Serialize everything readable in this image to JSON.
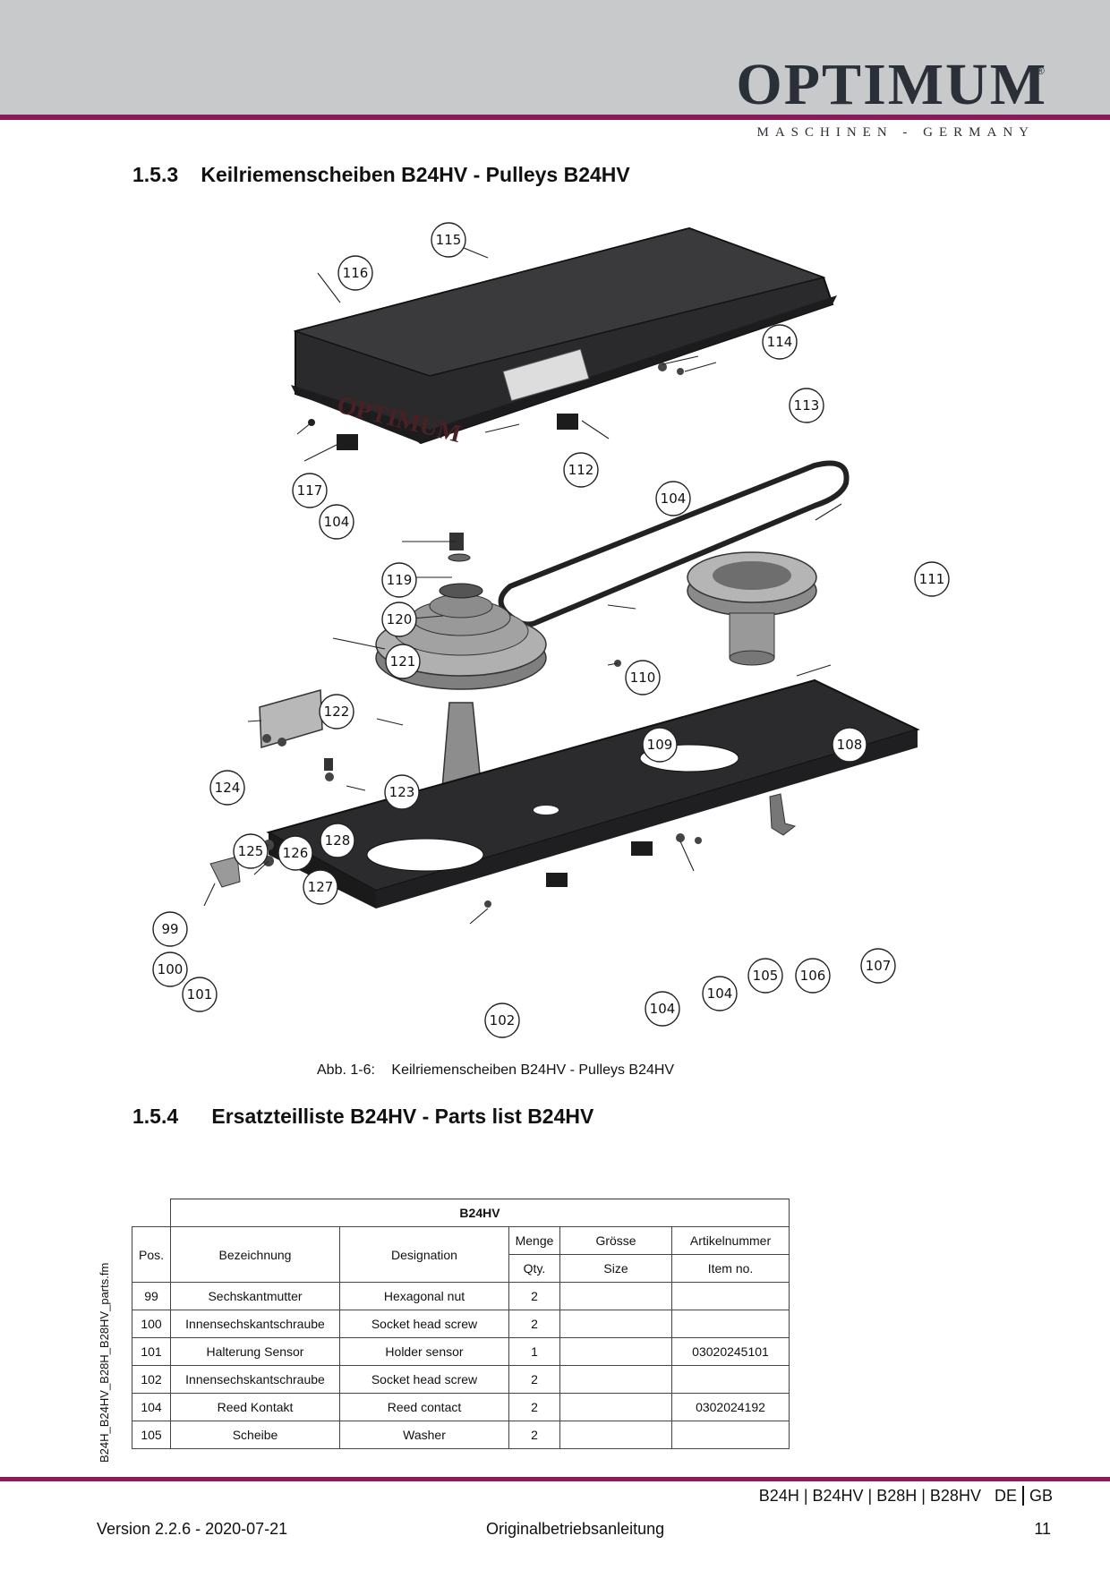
{
  "header": {
    "logo_text": "OPTIMUM",
    "logo_mark": "®",
    "logo_subtitle": "MASCHINEN - GERMANY",
    "band_color": "#c8c9cb",
    "accent_color": "#8b1a5a"
  },
  "section1": {
    "number": "1.5.3",
    "title": "Keilriemenscheiben B24HV - Pulleys B24HV"
  },
  "figure": {
    "callouts": [
      {
        "label": "115"
      },
      {
        "label": "116"
      },
      {
        "label": "114"
      },
      {
        "label": "113"
      },
      {
        "label": "112"
      },
      {
        "label": "104"
      },
      {
        "label": "117"
      },
      {
        "label": "104"
      },
      {
        "label": "111"
      },
      {
        "label": "119"
      },
      {
        "label": "120"
      },
      {
        "label": "121"
      },
      {
        "label": "110"
      },
      {
        "label": "122"
      },
      {
        "label": "109"
      },
      {
        "label": "108"
      },
      {
        "label": "124"
      },
      {
        "label": "123"
      },
      {
        "label": "128"
      },
      {
        "label": "125"
      },
      {
        "label": "126"
      },
      {
        "label": "127"
      },
      {
        "label": "99"
      },
      {
        "label": "100"
      },
      {
        "label": "101"
      },
      {
        "label": "102"
      },
      {
        "label": "104"
      },
      {
        "label": "104"
      },
      {
        "label": "105"
      },
      {
        "label": "106"
      },
      {
        "label": "107"
      }
    ],
    "cover_print": "OPTIMUM",
    "caption_prefix": "Abb. 1-6:",
    "caption_text": "Keilriemenscheiben B24HV - Pulleys B24HV"
  },
  "section2": {
    "number": "1.5.4",
    "title": "Ersatzteilliste B24HV - Parts list B24HV"
  },
  "side_label": "B24H_B24HV_B28H_B28HV_parts.fm",
  "table": {
    "title": "B24HV",
    "headers": {
      "pos": "Pos.",
      "bezeichnung": "Bezeichnung",
      "designation": "Designation",
      "menge": "Menge",
      "qty": "Qty.",
      "groesse": "Grösse",
      "size": "Size",
      "artikelnummer": "Artikelnummer",
      "item_no": "Item no."
    },
    "rows": [
      {
        "pos": "99",
        "bez": "Sechskantmutter",
        "des": "Hexagonal nut",
        "qty": "2",
        "size": "",
        "item": ""
      },
      {
        "pos": "100",
        "bez": "Innensechskantschraube",
        "des": "Socket head screw",
        "qty": "2",
        "size": "",
        "item": ""
      },
      {
        "pos": "101",
        "bez": "Halterung Sensor",
        "des": "Holder sensor",
        "qty": "1",
        "size": "",
        "item": "03020245101"
      },
      {
        "pos": "102",
        "bez": "Innensechskantschraube",
        "des": "Socket head screw",
        "qty": "2",
        "size": "",
        "item": ""
      },
      {
        "pos": "104",
        "bez": "Reed Kontakt",
        "des": "Reed contact",
        "qty": "2",
        "size": "",
        "item": "0302024192"
      },
      {
        "pos": "105",
        "bez": "Scheibe",
        "des": "Washer",
        "qty": "2",
        "size": "",
        "item": ""
      }
    ]
  },
  "footer": {
    "models": "B24H | B24HV | B28H | B28HV",
    "lang_de": "DE",
    "lang_gb": "GB",
    "version": "Version 2.2.6 - 2020-07-21",
    "center": "Originalbetriebsanleitung",
    "page": "11"
  }
}
